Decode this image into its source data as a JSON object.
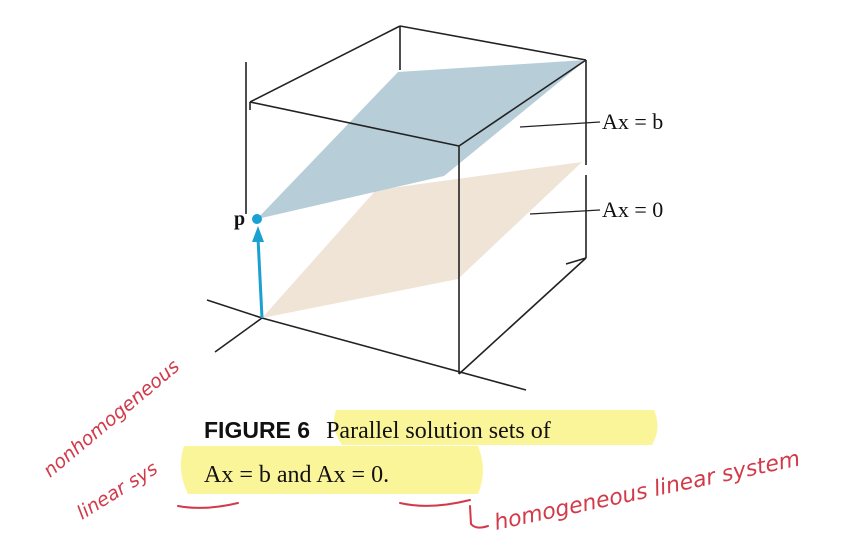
{
  "figure": {
    "point_label": "p",
    "plane_labels": {
      "top": "Ax = b",
      "bottom": "Ax = 0"
    },
    "colors": {
      "plane_b": "#b7cdd8",
      "plane_0": "#efe4d6",
      "vector": "#1aa0d2",
      "lines": "#222222"
    }
  },
  "caption": {
    "label": "FIGURE 6",
    "line1": "Parallel solution sets of",
    "eq1": "Ax = b",
    "mid": " and ",
    "eq2": "Ax = 0",
    "end": ".",
    "highlight": "#fbf59a"
  },
  "annotations": {
    "left_line1": "nonhomogeneous",
    "left_line2": "linear sys",
    "right": "homogeneous linear system",
    "ink": "#d23a4a"
  }
}
